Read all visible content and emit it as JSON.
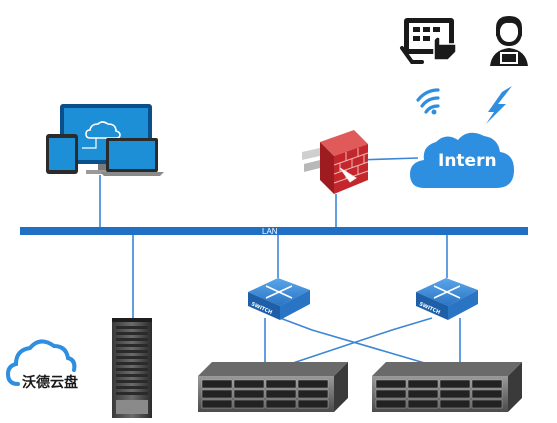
{
  "diagram": {
    "lan_label": "LAN",
    "internet_label": "Intern",
    "brand_label": "沃德云盘",
    "switch_label": "SWITCH",
    "colors": {
      "lan_bus": "#1f6fc4",
      "link_line": "#3a86d8",
      "cloud": "#2e8ee0",
      "firewall": "#c3272b",
      "switch": "#2f7fd2"
    },
    "icons": [
      "tablet-touch-icon",
      "user-at-laptop-icon",
      "wifi-icon",
      "lightning-icon",
      "cloud-icon",
      "firewall-icon",
      "computers-cloud-icon",
      "rack-server-icon",
      "switch-icon",
      "storage-array-icon",
      "brand-cloud-icon"
    ]
  }
}
